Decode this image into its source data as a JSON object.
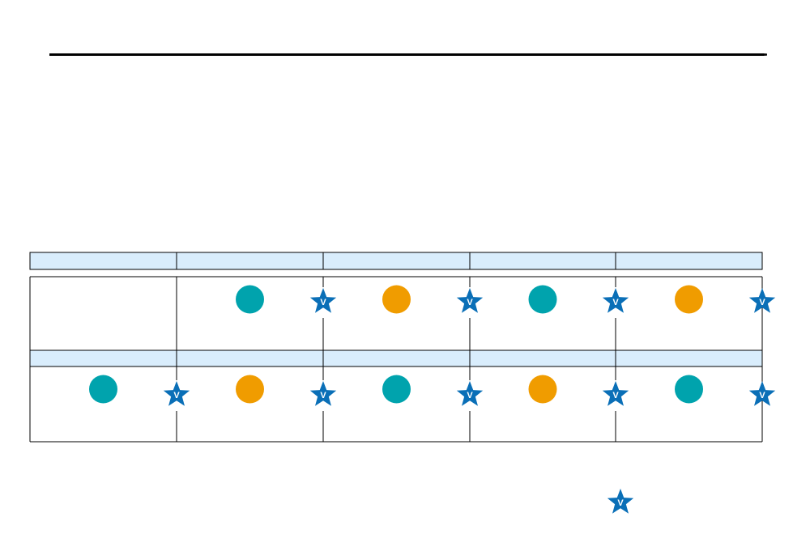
{
  "colors": {
    "header_fill": "#d9edfc",
    "line": "#000000",
    "teal": "#00a3ad",
    "orange": "#f09c00",
    "star": "#0a6fb7"
  },
  "legend": {
    "star_symbol": "V"
  },
  "header_rows": [
    {
      "cells": [
        "",
        "",
        "",
        "",
        ""
      ]
    },
    {
      "cells": [
        "",
        "",
        "",
        "",
        ""
      ]
    }
  ],
  "schedule_rows": [
    {
      "periods": [
        {
          "marker": "none",
          "milestone": false
        },
        {
          "marker": "teal-circle",
          "milestone": true,
          "milestone_label": "V"
        },
        {
          "marker": "orange-circle",
          "milestone": true,
          "milestone_label": "V"
        },
        {
          "marker": "teal-circle",
          "milestone": true,
          "milestone_label": "V"
        },
        {
          "marker": "orange-circle",
          "milestone": true,
          "milestone_label": "V"
        }
      ]
    },
    {
      "periods": [
        {
          "marker": "teal-circle",
          "milestone": true,
          "milestone_label": "V"
        },
        {
          "marker": "orange-circle",
          "milestone": true,
          "milestone_label": "V"
        },
        {
          "marker": "teal-circle",
          "milestone": true,
          "milestone_label": "V"
        },
        {
          "marker": "orange-circle",
          "milestone": true,
          "milestone_label": "V"
        },
        {
          "marker": "teal-circle",
          "milestone": true,
          "milestone_label": "V"
        }
      ]
    }
  ]
}
